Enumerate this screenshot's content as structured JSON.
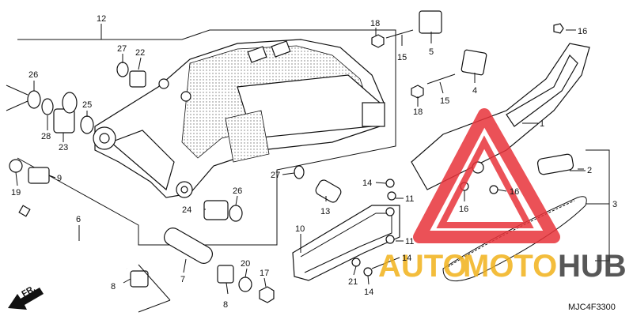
{
  "diagram": {
    "code": "MJC4F3300",
    "fr_arrow_text": "FR.",
    "watermark": {
      "brand_left": "AUTO",
      "brand_mid": "MOTO",
      "brand_right": "HUB",
      "color_red": "#e8333a",
      "color_gold": "#f2b21b",
      "color_gray": "#3a3a3a"
    },
    "callouts": {
      "c1": "1",
      "c2": "2",
      "c3": "3",
      "c4": "4",
      "c5": "5",
      "c6": "6",
      "c7": "7",
      "c8a": "8",
      "c8b": "8",
      "c9": "9",
      "c10": "10",
      "c11a": "11",
      "c11b": "11",
      "c12": "12",
      "c13": "13",
      "c14a": "14",
      "c14b": "14",
      "c14c": "14",
      "c15a": "15",
      "c15b": "15",
      "c16a": "16",
      "c16b": "16",
      "c16c": "16",
      "c17": "17",
      "c18a": "18",
      "c18b": "18",
      "c19": "19",
      "c20": "20",
      "c21": "21",
      "c22": "22",
      "c23": "23",
      "c24": "24",
      "c25": "25",
      "c26a": "26",
      "c26b": "26",
      "c27a": "27",
      "c27b": "27",
      "c28": "28"
    }
  }
}
